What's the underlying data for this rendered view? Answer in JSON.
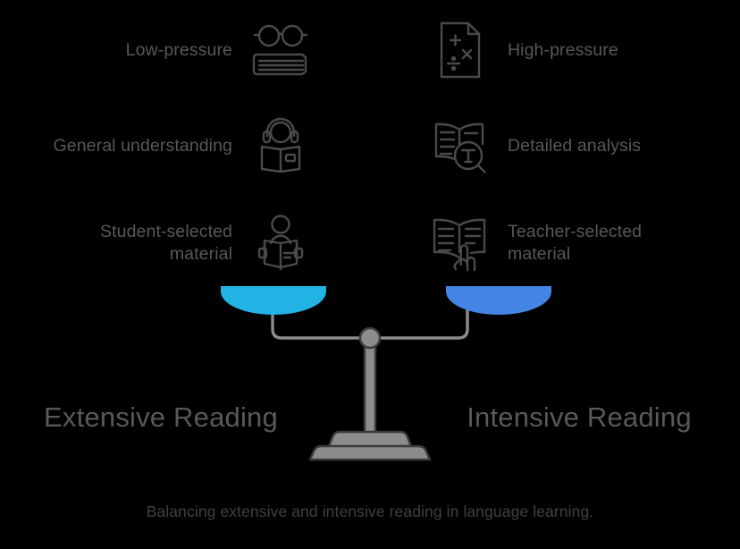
{
  "background_color": "#000000",
  "features": {
    "left": [
      {
        "label": "Low-pressure",
        "icon": "glasses-books-icon"
      },
      {
        "label": "General understanding",
        "icon": "headphones-reader-icon"
      },
      {
        "label": "Student-selected\nmaterial",
        "icon": "person-reading-book-icon"
      }
    ],
    "right": [
      {
        "label": "High-pressure",
        "icon": "math-worksheet-icon"
      },
      {
        "label": "Detailed analysis",
        "icon": "book-magnifier-t-icon"
      },
      {
        "label": "Teacher-selected\nmaterial",
        "icon": "book-pointing-hand-icon"
      }
    ]
  },
  "scale": {
    "left_pan_color": "#22b2e3",
    "right_pan_color": "#4484e5",
    "beam_color": "#8c8c8c",
    "post_color": "#8c8c8c",
    "post_outline_color": "#3b3b3b",
    "pivot_color": "#8c8c8c",
    "name": "balance-scale"
  },
  "titles": {
    "left": "Extensive Reading",
    "right": "Intensive Reading",
    "color": "#58595b"
  },
  "caption": {
    "text": "Balancing extensive and intensive reading in language learning.",
    "color": "#3d4144"
  },
  "icon_stroke_color": "#4a4a4a"
}
